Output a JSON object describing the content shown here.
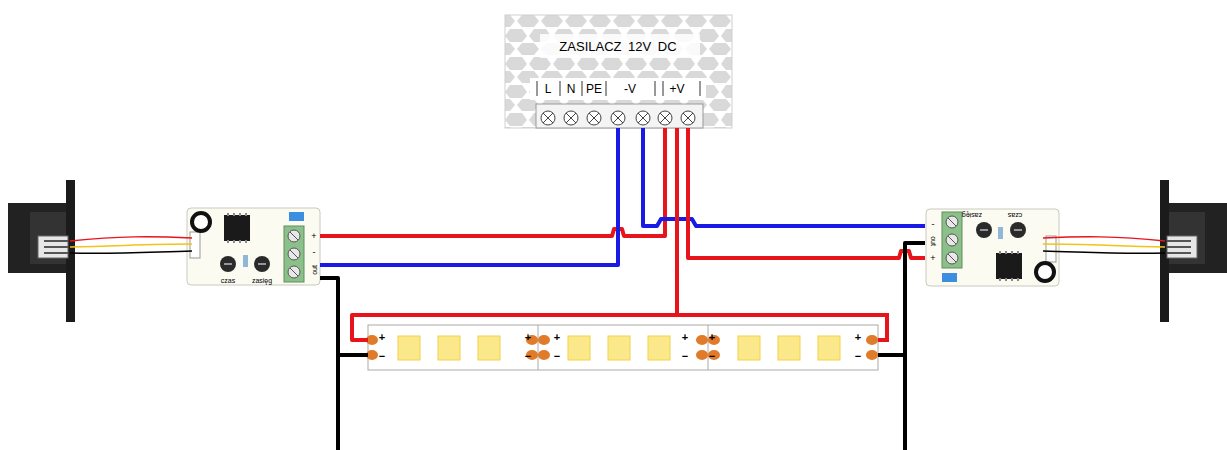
{
  "diagram": {
    "nodes": [
      {
        "text": [
          "ZASILACZ 12V DC",
          "L",
          "N",
          "PE",
          "-V",
          "+V"
        ]
      },
      {
        "text": [
          "czas",
          "zasięg",
          "+",
          "-",
          "out"
        ]
      },
      {
        "text": [
          "zasięg",
          "czas",
          "-",
          "out",
          "+"
        ]
      },
      {
        "text": [
          "+",
          "−",
          "+",
          "−",
          "+",
          "−",
          "+",
          "−",
          "+",
          "−",
          "+",
          "−"
        ]
      }
    ],
    "edges": [
      {
        "from": 0,
        "to": 1,
        "arrow": "none"
      },
      {
        "from": 0,
        "to": 1,
        "arrow": "none"
      },
      {
        "from": 0,
        "to": 2,
        "arrow": "none"
      },
      {
        "from": 0,
        "to": 2,
        "arrow": "none"
      },
      {
        "from": 0,
        "to": 3,
        "arrow": "none"
      },
      {
        "from": 1,
        "to": 3,
        "arrow": "none"
      },
      {
        "from": 2,
        "to": 3,
        "arrow": "none"
      }
    ]
  }
}
